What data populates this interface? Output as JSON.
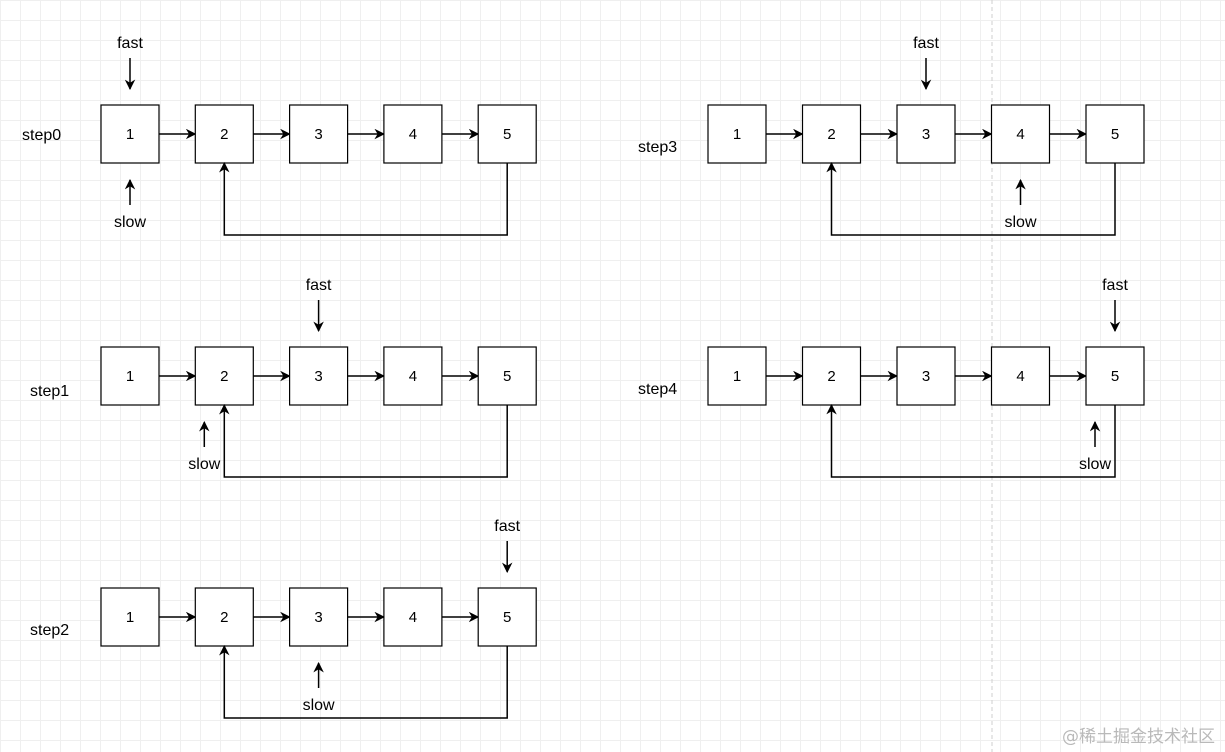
{
  "steps": [
    {
      "label": "step0",
      "values": [
        "1",
        "2",
        "3",
        "4",
        "5"
      ],
      "fast_label": "fast",
      "slow_label": "slow",
      "fast_at": 0,
      "slow_at": 0
    },
    {
      "label": "step1",
      "values": [
        "1",
        "2",
        "3",
        "4",
        "5"
      ],
      "fast_label": "fast",
      "slow_label": "slow",
      "fast_at": 2,
      "slow_at": 1
    },
    {
      "label": "step2",
      "values": [
        "1",
        "2",
        "3",
        "4",
        "5"
      ],
      "fast_label": "fast",
      "slow_label": "slow",
      "fast_at": 4,
      "slow_at": 2
    },
    {
      "label": "step3",
      "values": [
        "1",
        "2",
        "3",
        "4",
        "5"
      ],
      "fast_label": "fast",
      "slow_label": "slow",
      "fast_at": 2,
      "slow_at": 3
    },
    {
      "label": "step4",
      "values": [
        "1",
        "2",
        "3",
        "4",
        "5"
      ],
      "fast_label": "fast",
      "slow_label": "slow",
      "fast_at": 4,
      "slow_at": 4
    }
  ],
  "cycle_back_to": 1,
  "watermark": "@稀土掘金技术社区"
}
